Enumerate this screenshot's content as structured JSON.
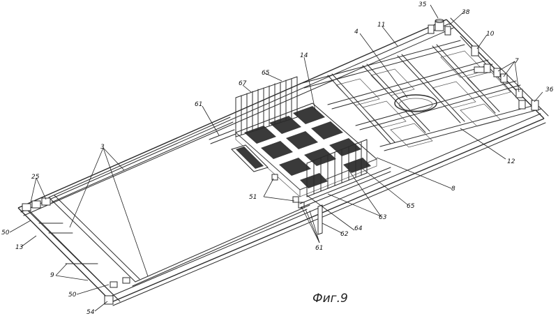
{
  "caption": "Фиг.9",
  "labels": [
    "35",
    "38",
    "11",
    "4",
    "10",
    "7",
    "36",
    "14",
    "65",
    "67",
    "61",
    "3",
    "25",
    "12",
    "8",
    "65",
    "51",
    "63",
    "50",
    "13",
    "64",
    "62",
    "61",
    "9",
    "50",
    "54"
  ]
}
